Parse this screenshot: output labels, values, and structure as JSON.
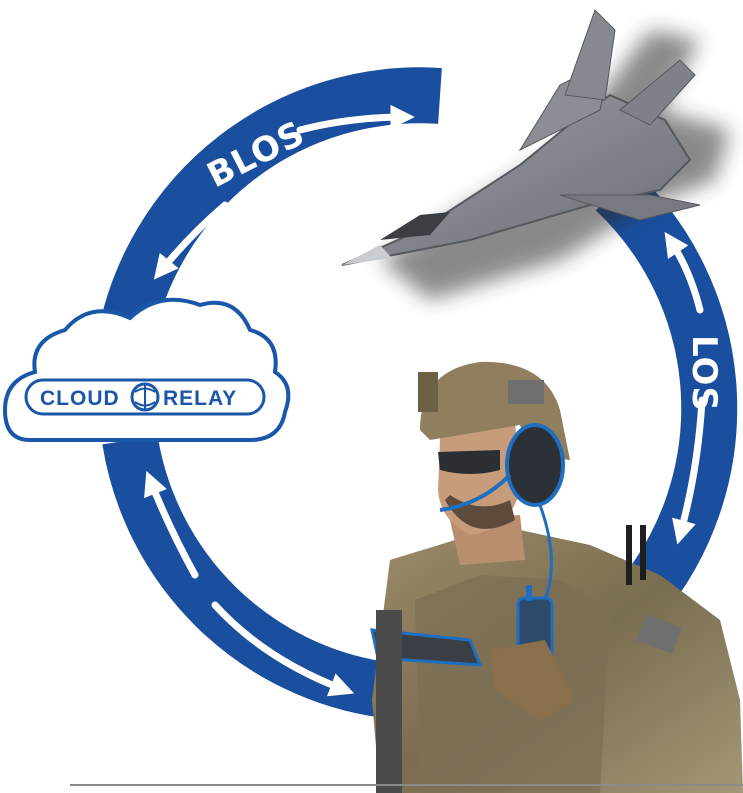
{
  "diagram": {
    "links": {
      "top": {
        "label": "BLOS"
      },
      "right": {
        "label": "LOS"
      }
    },
    "cloud": {
      "logo_left": "CLOUD",
      "logo_right": "RELAY"
    }
  },
  "colors": {
    "ring": "#1a4fa0",
    "arrow": "#ffffff",
    "jet": "#7d8187",
    "camo": "#8c7d5f",
    "headset": "#1f6fc1",
    "cloud_border": "#1a57a8"
  },
  "icons": [
    "jet-icon",
    "cloud-icon",
    "soldier-icon",
    "radio-icon",
    "tablet-icon"
  ]
}
